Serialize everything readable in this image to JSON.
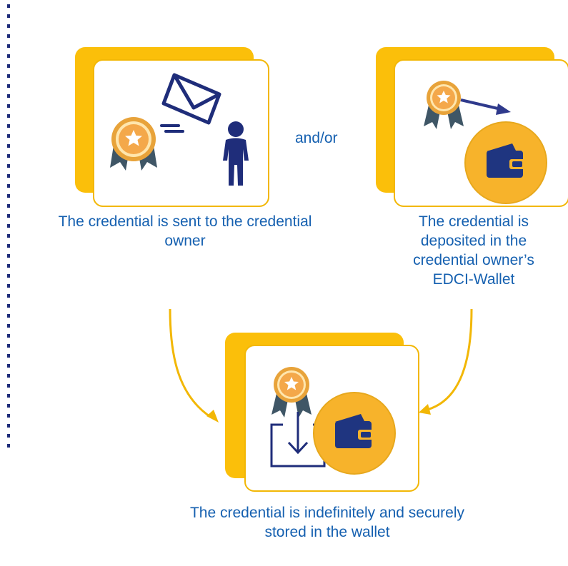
{
  "cards": [
    {
      "caption": "The credential is sent to the credential owner"
    },
    {
      "caption": "The credential is deposited in the credential owner’s EDCI-Wallet"
    },
    {
      "caption": "The credential is indefinitely and securely stored in the wallet"
    }
  ],
  "connector": {
    "label": "and/or"
  },
  "icons": {
    "card1": [
      "badge-icon",
      "envelope-icon",
      "person-icon"
    ],
    "card2": [
      "badge-icon",
      "arrow-icon",
      "wallet-icon"
    ],
    "card3": [
      "badge-icon",
      "download-icon",
      "wallet-icon"
    ]
  },
  "colors": {
    "card_accent": "#fbbf0a",
    "navy": "#1f2d7a",
    "text_blue": "#1560b0",
    "badge_ring": "#e8a33a",
    "badge_center": "#f7b55a",
    "ribbon": "#3f5666"
  }
}
